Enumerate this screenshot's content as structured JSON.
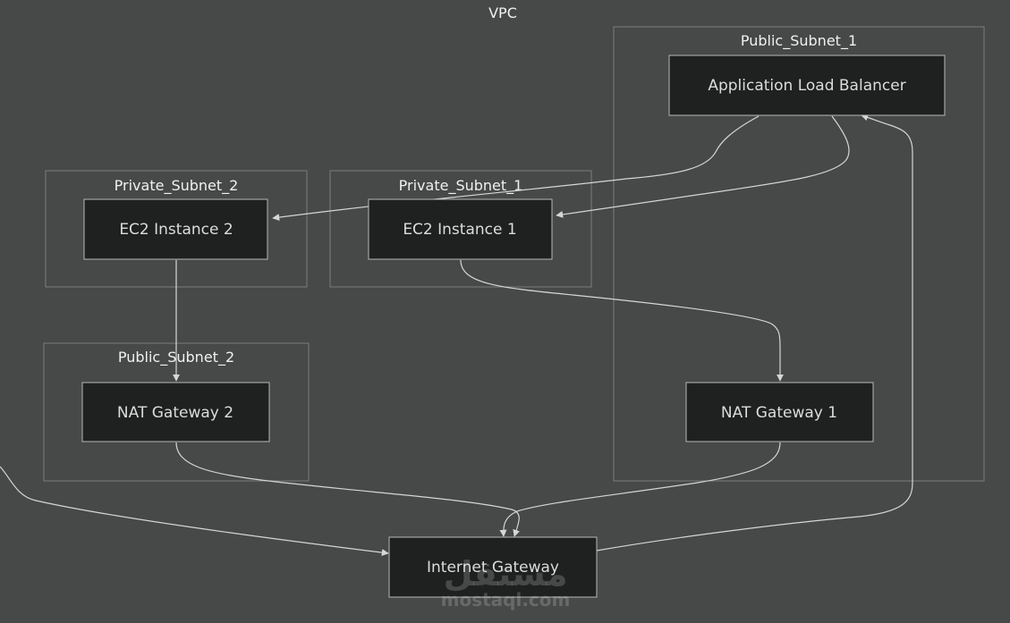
{
  "diagram": {
    "title": "VPC",
    "clusters": {
      "public_subnet_1": "Public_Subnet_1",
      "private_subnet_2": "Private_Subnet_2",
      "private_subnet_1": "Private_Subnet_1",
      "public_subnet_2": "Public_Subnet_2"
    },
    "nodes": {
      "alb": "Application Load Balancer",
      "ec2_2": "EC2 Instance 2",
      "ec2_1": "EC2 Instance 1",
      "nat_2": "NAT Gateway 2",
      "nat_1": "NAT Gateway 1",
      "igw": "Internet Gateway"
    },
    "edges": [
      {
        "from": "Application Load Balancer",
        "to": "EC2 Instance 2"
      },
      {
        "from": "Application Load Balancer",
        "to": "EC2 Instance 1"
      },
      {
        "from": "EC2 Instance 2",
        "to": "NAT Gateway 2"
      },
      {
        "from": "EC2 Instance 1",
        "to": "NAT Gateway 1"
      },
      {
        "from": "NAT Gateway 2",
        "to": "Internet Gateway"
      },
      {
        "from": "NAT Gateway 1",
        "to": "Internet Gateway"
      },
      {
        "from": "Internet Gateway",
        "to": "Application Load Balancer"
      },
      {
        "from": "external",
        "to": "Internet Gateway"
      }
    ],
    "colors": {
      "background": "#474848",
      "node_fill": "#1f2020",
      "node_border": "#b8b8b8",
      "cluster_border": "#7d7d7d",
      "edge": "#d6d6d6"
    }
  },
  "watermark": {
    "arabic": "مستقل",
    "latin": "mostaql.com"
  }
}
